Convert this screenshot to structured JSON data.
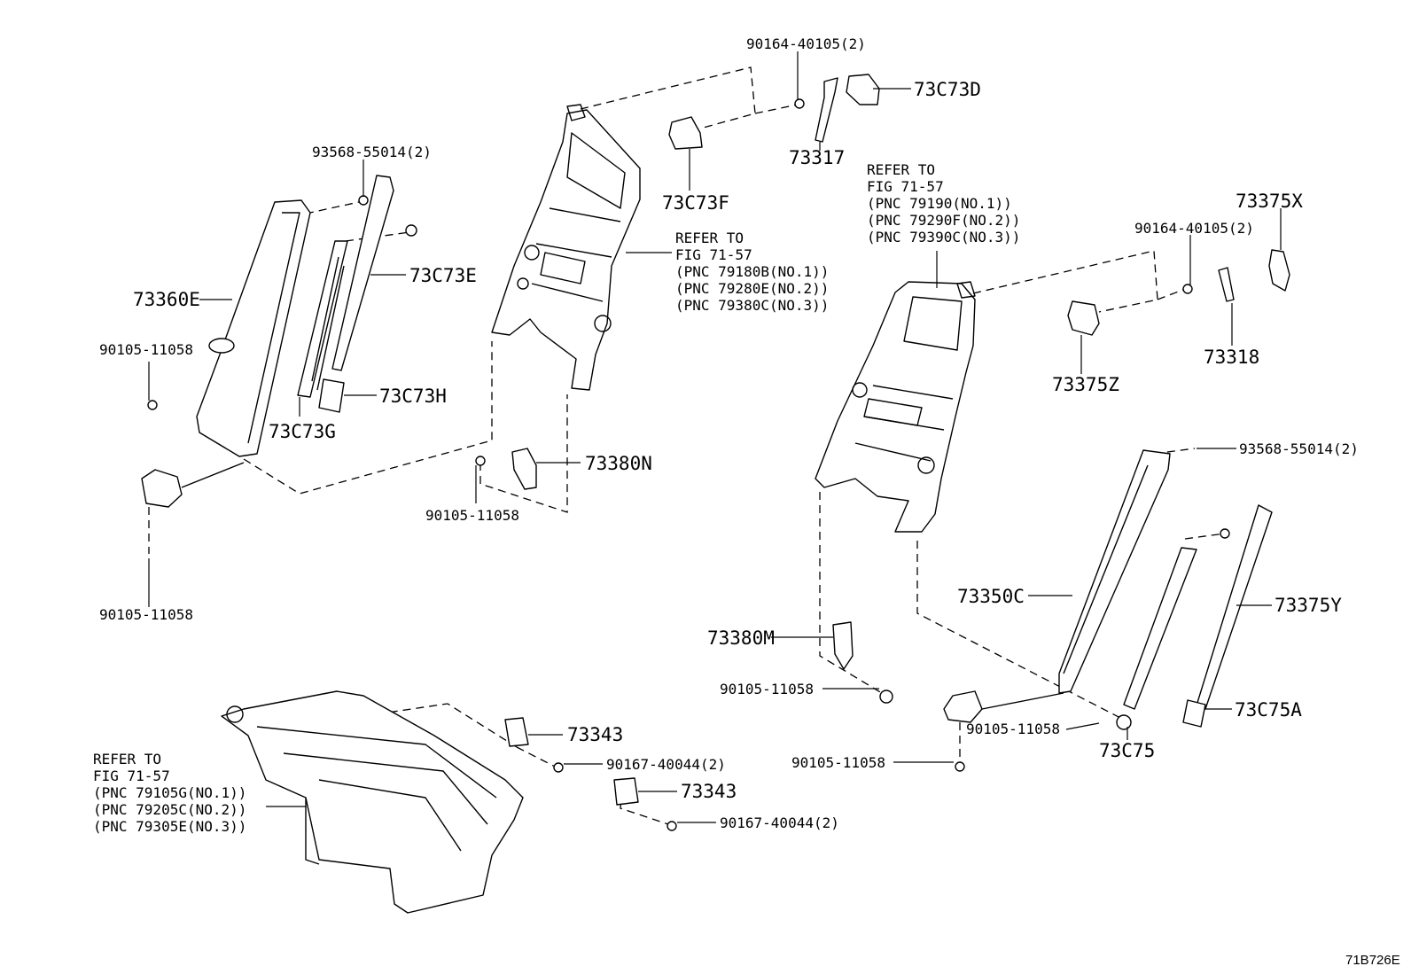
{
  "labels": {
    "l_90164_top": "90164-40105(2)",
    "l_73c73d": "73C73D",
    "l_73317": "73317",
    "l_73c73f": "73C73F",
    "l_93568_left": "93568-55014(2)",
    "l_73c73e": "73C73E",
    "l_73360e": "73360E",
    "l_90105_a": "90105-11058",
    "l_73c73h": "73C73H",
    "l_73c73g": "73C73G",
    "l_73380n": "73380N",
    "l_90105_b": "90105-11058",
    "l_90105_c": "90105-11058",
    "l_73375x": "73375X",
    "l_90164_right": "90164-40105(2)",
    "l_73375z": "73375Z",
    "l_73318": "73318",
    "l_93568_right": "93568-55014(2)",
    "l_73375y": "73375Y",
    "l_73350c": "73350C",
    "l_73380m": "73380M",
    "l_90105_d": "90105-11058",
    "l_90105_e": "90105-11058",
    "l_73c75a": "73C75A",
    "l_73c75": "73C75",
    "l_90105_f": "90105-11058",
    "l_73343_a": "73343",
    "l_90167_a": "90167-40044(2)",
    "l_73343_b": "73343",
    "l_90167_b": "90167-40044(2)",
    "figure_id": "71B726E"
  },
  "refers": {
    "ref_mid": [
      "REFER TO",
      "FIG 71-57",
      "(PNC 79180B(NO.1))",
      "(PNC 79280E(NO.2))",
      "(PNC 79380C(NO.3))"
    ],
    "ref_right": [
      "REFER TO",
      "FIG 71-57",
      "(PNC 79190(NO.1))",
      "(PNC 79290F(NO.2))",
      "(PNC 79390C(NO.3))"
    ],
    "ref_bottom": [
      "REFER TO",
      "FIG 71-57",
      "(PNC 79105G(NO.1))",
      "(PNC 79205C(NO.2))",
      "(PNC 79305E(NO.3))"
    ]
  }
}
